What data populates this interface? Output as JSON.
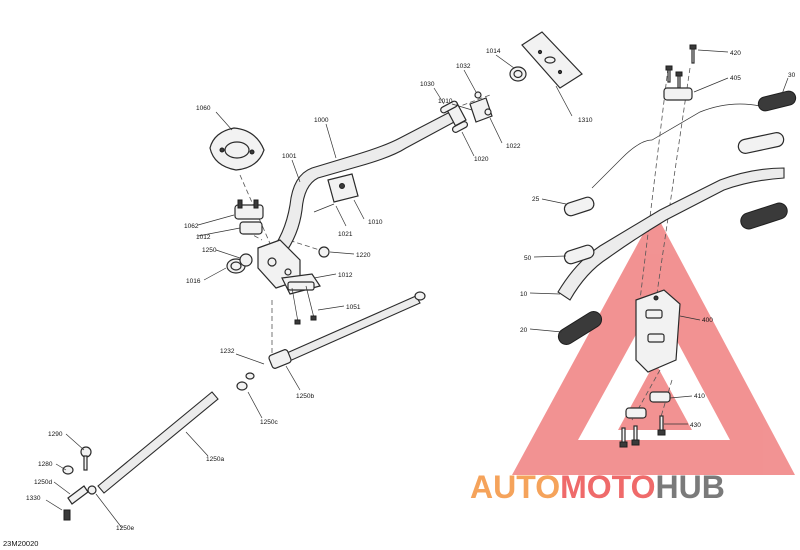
{
  "drawing": {
    "code": "23M20020",
    "callouts": {
      "c1060": "1060",
      "c1000": "1000",
      "c1001": "1001",
      "c1030": "1030",
      "c1032": "1032",
      "c1014": "1014",
      "c1010a": "1010",
      "c1010b": "1010",
      "c1310": "1310",
      "c1022": "1022",
      "c1020": "1020",
      "c1021": "1021",
      "c1062": "1062",
      "c1012a": "1012",
      "c1012b": "1012",
      "c1250": "1250",
      "c1016": "1016",
      "c1220": "1220",
      "c1051": "1051",
      "c1232": "1232",
      "c1250b": "1250b",
      "c1250c": "1250c",
      "c1250a": "1250a",
      "c1290": "1290",
      "c1280": "1280",
      "c1250d": "1250d",
      "c1330": "1330",
      "c1250e": "1250e",
      "c420": "420",
      "c405": "405",
      "c30": "30",
      "c25": "25",
      "c50": "50",
      "c10": "10",
      "c20": "20",
      "c400": "400",
      "c410": "410",
      "c430": "430"
    }
  },
  "watermark": {
    "part1": "AUTO",
    "part2": "MOTO",
    "part3": "HUB",
    "color_orange": "#f5a35b",
    "color_red": "#ef6a6a",
    "color_gray": "#7a7a7a"
  }
}
